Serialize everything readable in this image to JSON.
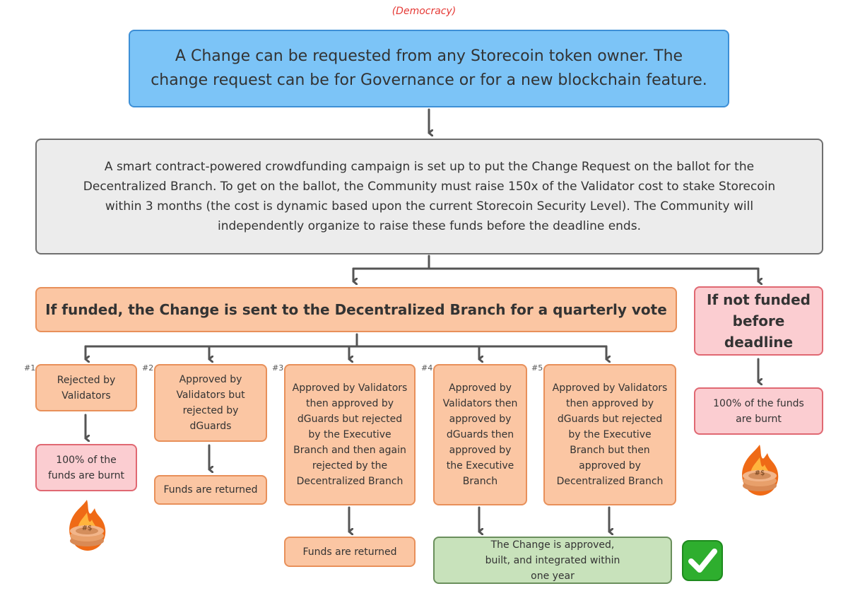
{
  "header": {
    "title": "(Democracy)"
  },
  "boxes": {
    "request": "A Change can be requested from any Storecoin token owner. The change request can be for Governance or for a new blockchain feature.",
    "crowdfunding": "A smart contract-powered crowdfunding campaign is set up to put the Change Request on the ballot for the Decentralized Branch. To get on the ballot, the Community must raise 150x of the Validator cost to stake Storecoin within 3 months (the cost is dynamic based upon the current Storecoin Security Level). The Community will independently organize to raise these funds before the deadline ends.",
    "funded": "If funded, the Change is sent to the Decentralized Branch for a quarterly vote",
    "not_funded": "If not funded before deadline",
    "not_funded_burnt": "100% of the funds are burnt"
  },
  "outcomes": [
    {
      "number": "#1",
      "label": "Rejected by Validators",
      "result": "100% of the funds are burnt"
    },
    {
      "number": "#2",
      "label": "Approved by Validators but rejected by dGuards",
      "result": "Funds are returned"
    },
    {
      "number": "#3",
      "label": "Approved by Validators then approved by dGuards but rejected by the Executive Branch and then again rejected by the Decentralized Branch",
      "result": "Funds are returned"
    },
    {
      "number": "#4",
      "label": "Approved by Validators then approved by dGuards then approved by the Executive Branch"
    },
    {
      "number": "#5",
      "label": "Approved by Validators then approved by dGuards but rejected by the Executive Branch but then approved by Decentralized Branch"
    }
  ],
  "approved": {
    "label": "The Change is approved, built, and integrated within one year",
    "icon": "checkmark-icon"
  },
  "icons": {
    "burn": "burning-coins-icon"
  },
  "colors": {
    "blue": "#7cc4f7",
    "orange": "#fbc6a3",
    "pink": "#fbcdd1",
    "green": "#c8e2bb",
    "check": "#2eae2e"
  }
}
